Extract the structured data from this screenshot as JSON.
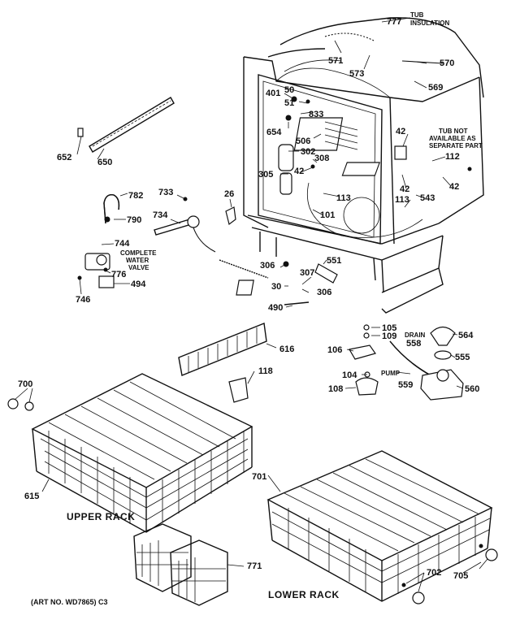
{
  "labels": {
    "p777": "777",
    "tub_insulation_1": "TUB",
    "tub_insulation_2": "INSULATION",
    "p571": "571",
    "p573": "573",
    "p570": "570",
    "p569": "569",
    "p401": "401",
    "p50": "50",
    "p51": "51",
    "p833": "833",
    "p654": "654",
    "p506": "506",
    "p302": "302",
    "p308a": "308",
    "p305": "305",
    "p42a": "42",
    "p113a": "113",
    "p101": "101",
    "p42b": "42",
    "tub_note_1": "TUB NOT",
    "tub_note_2": "AVAILABLE AS",
    "tub_note_3": "SEPARATE PART",
    "p112": "112",
    "p42c": "42",
    "p42d": "42",
    "p113b": "113",
    "p543": "543",
    "p652": "652",
    "p650": "650",
    "p733": "733",
    "p782": "782",
    "p26": "26",
    "p790": "790",
    "p734": "734",
    "p744": "744",
    "valve_1": "COMPLETE",
    "valve_2": "WATER",
    "valve_3": "VALVE",
    "p776": "776",
    "p494": "494",
    "p746": "746",
    "p306a": "306",
    "p551": "551",
    "p307": "307",
    "p30": "30",
    "p306b": "306",
    "p490": "490",
    "p105": "105",
    "p109": "109",
    "p564": "564",
    "drain": "DRAIN",
    "p558": "558",
    "p106": "106",
    "p555": "555",
    "p104": "104",
    "pump": "PUMP",
    "p559": "559",
    "p108": "108",
    "p560": "560",
    "p616": "616",
    "p118": "118",
    "p700": "700",
    "p615": "615",
    "p701": "701",
    "p771": "771",
    "p702": "702",
    "p705": "705"
  },
  "captions": {
    "upper_rack": "UPPER RACK",
    "lower_rack": "LOWER RACK",
    "art_no": "(ART NO. WD7865) C3"
  }
}
